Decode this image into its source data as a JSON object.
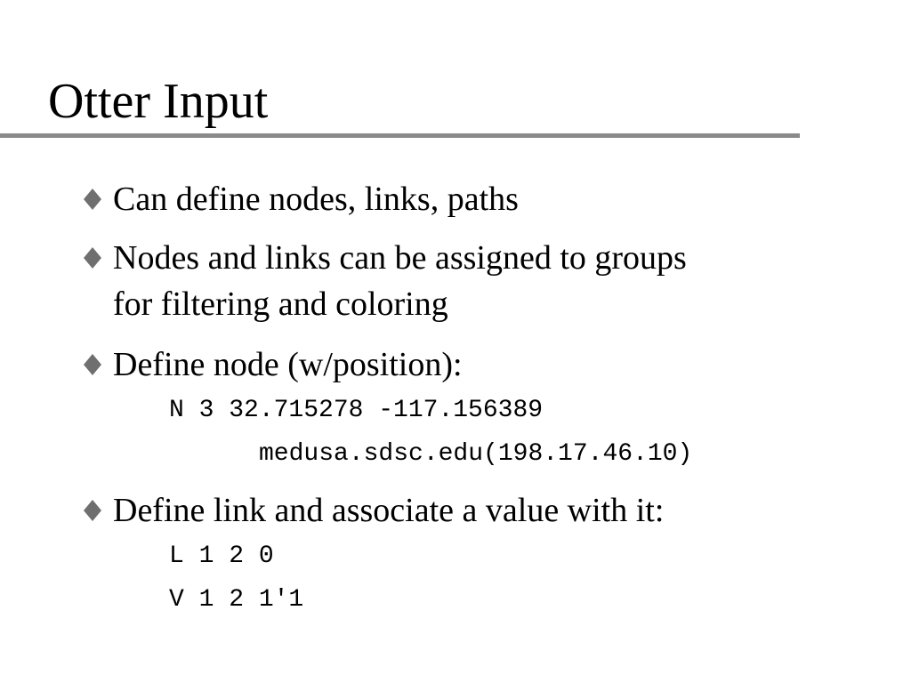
{
  "slide": {
    "title": "Otter Input",
    "bullets": [
      {
        "lines": [
          "Can define nodes, links, paths"
        ]
      },
      {
        "lines": [
          "Nodes and links can be assigned to groups",
          "for filtering and coloring"
        ]
      },
      {
        "lines": [
          "Define node (w/position):"
        ]
      },
      {
        "lines": [
          "Define link and associate a value with it:"
        ]
      }
    ],
    "code_node": {
      "line1": "N 3 32.715278 -117.156389",
      "line2": "medusa.sdsc.edu(198.17.46.10)"
    },
    "code_link": {
      "line1": "L 1 2 0",
      "line2": "V 1 2 1'1"
    },
    "colors": {
      "rule": "#8a8a8a",
      "bullet_marker": "#6f6f6f"
    },
    "bullet_icon": "diamond-bullet-icon"
  }
}
